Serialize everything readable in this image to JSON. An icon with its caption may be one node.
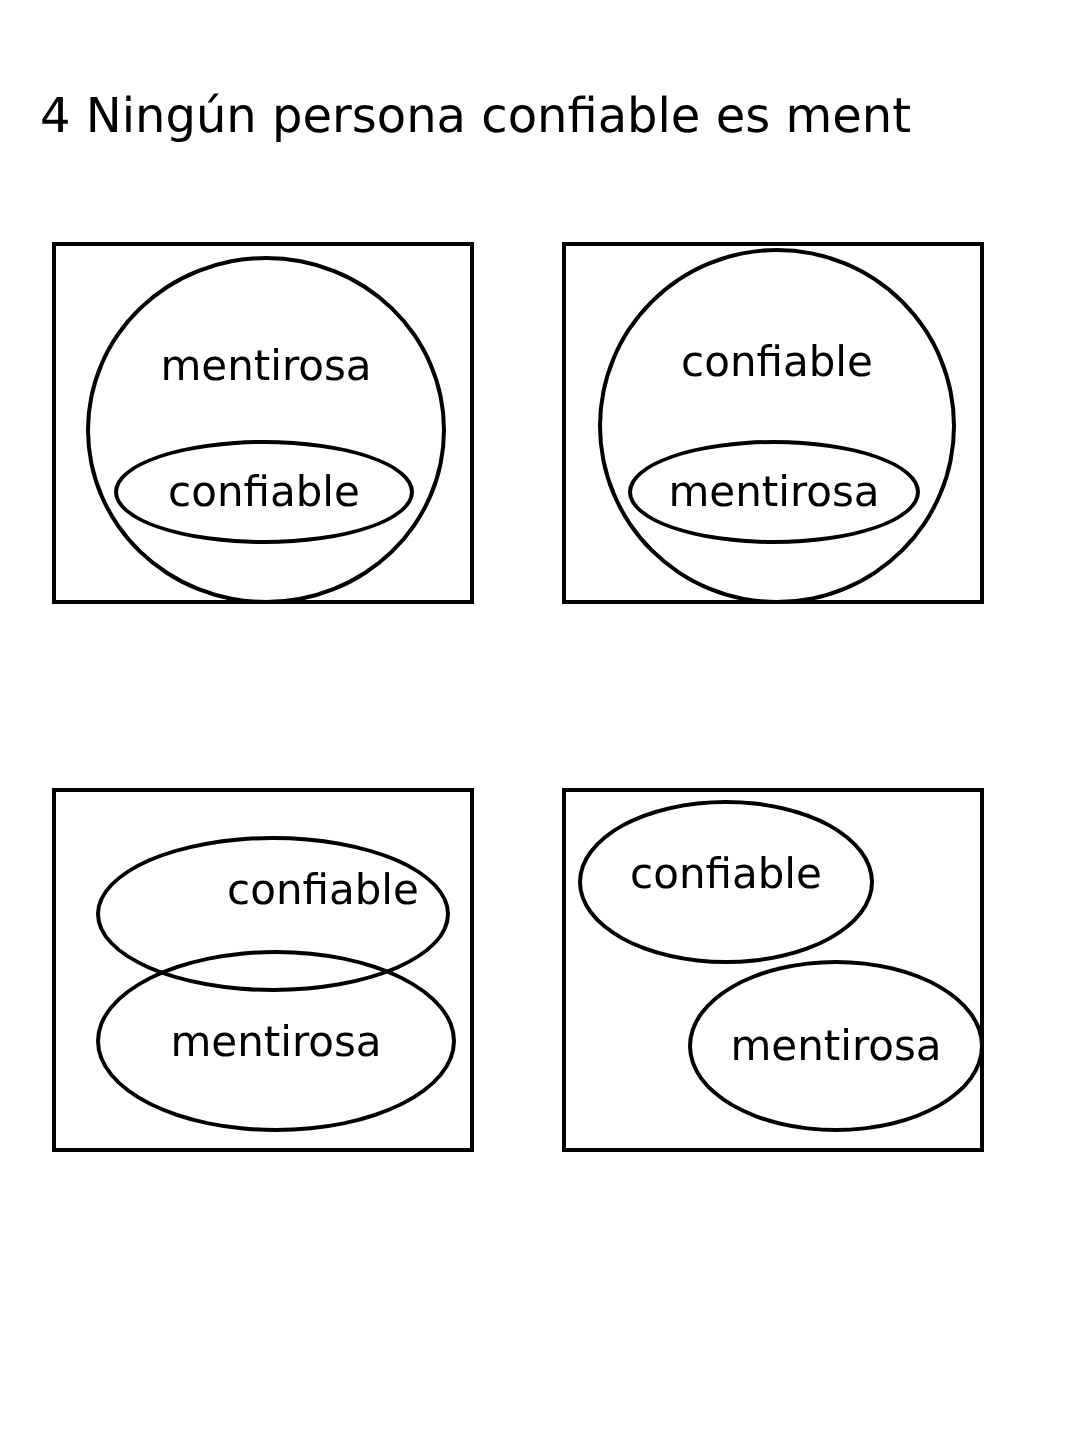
{
  "diagram": {
    "title": "4 Ningún persona confiable es ment",
    "nodes": [
      {
        "text": [],
        "shape": "box"
      },
      {
        "text": [
          "mentirosa"
        ],
        "in": 0
      },
      {
        "text": [
          "confiable"
        ],
        "in": 1
      },
      {
        "text": [],
        "shape": "box"
      },
      {
        "text": [
          "confiable"
        ],
        "in": 3
      },
      {
        "text": [
          "mentirosa"
        ],
        "in": 4
      },
      {
        "text": [],
        "shape": "box"
      },
      {
        "text": [
          "confiable"
        ],
        "in": 6
      },
      {
        "text": [
          "mentirosa"
        ],
        "in": 6
      },
      {
        "text": [],
        "shape": "box"
      },
      {
        "text": [
          "confiable"
        ],
        "in": 9
      },
      {
        "text": [
          "mentirosa"
        ],
        "in": 9
      }
    ]
  }
}
